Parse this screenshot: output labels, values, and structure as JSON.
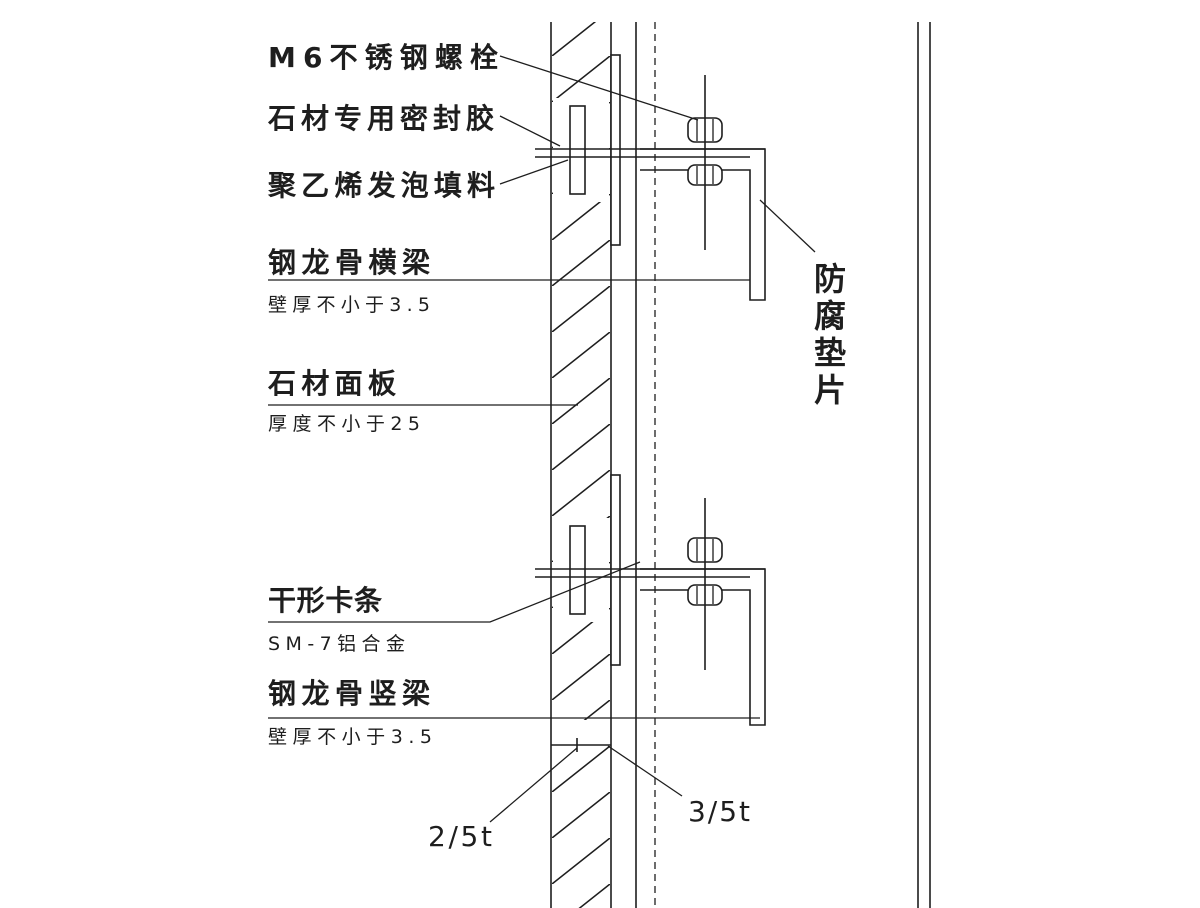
{
  "labels": {
    "m6_bolt": "M6不锈钢螺栓",
    "sealant": "石材专用密封胶",
    "foam_filler": "聚乙烯发泡填料",
    "crossbeam": "钢龙骨横梁",
    "crossbeam_note": "壁厚不小于3.5",
    "stone_panel": "石材面板",
    "stone_panel_note": "厚度不小于25",
    "t_clip": "干形卡条",
    "t_clip_note": "SM-7铝合金",
    "mullion": "钢龙骨竖梁",
    "mullion_note": "壁厚不小于3.5",
    "anticorrosion_pad": "防腐垫片",
    "dim_left": "2/5t",
    "dim_right": "3/5t"
  },
  "colors": {
    "ink": "#1e1e1e",
    "paper": "#ffffff"
  }
}
